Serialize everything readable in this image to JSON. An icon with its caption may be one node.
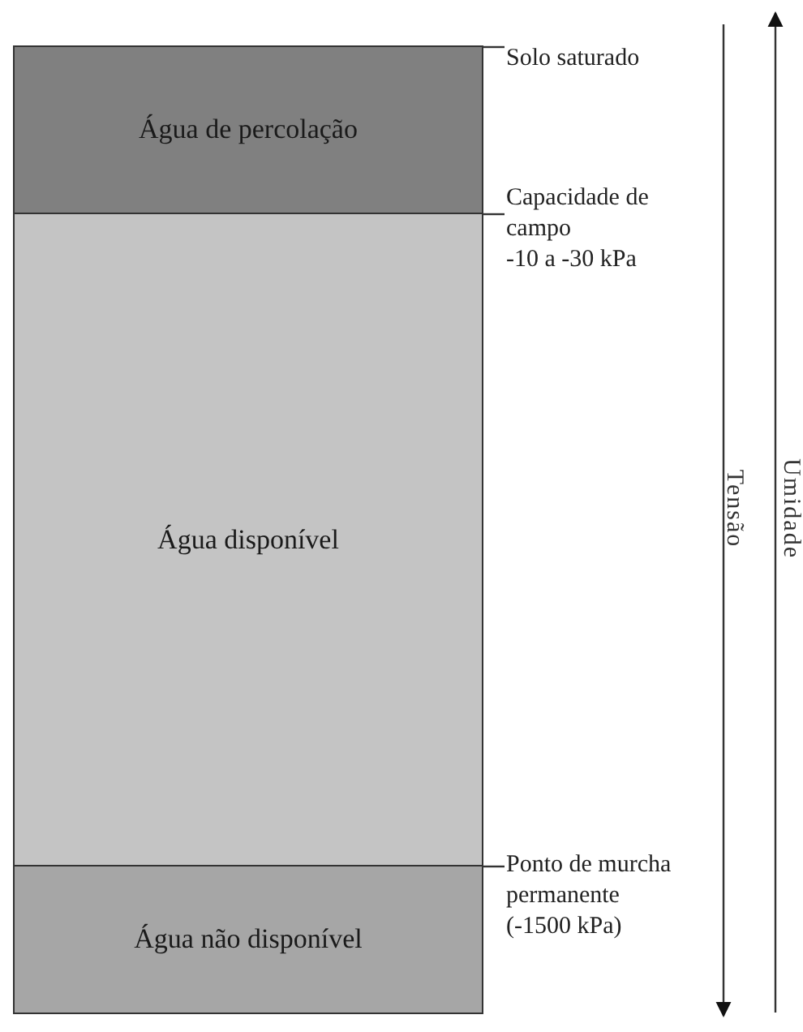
{
  "diagram": {
    "nodes": [
      {
        "text": [
          "Água de percolação"
        ]
      },
      {
        "text": [
          "Água disponível"
        ]
      },
      {
        "text": [
          "Água não disponível"
        ]
      },
      {
        "text": [
          "Solo saturado"
        ]
      },
      {
        "text": [
          "Capacidade de campo",
          "-10 a -30 kPa"
        ]
      },
      {
        "text": [
          "Ponto de murcha permanente (-1500 kPa)"
        ]
      }
    ],
    "edges": [
      {
        "from": 3,
        "to": 0,
        "arrow": "none"
      },
      {
        "from": 4,
        "to": 1,
        "arrow": "none"
      },
      {
        "from": 5,
        "to": 2,
        "arrow": "none"
      }
    ],
    "labels": [
      "Tensão",
      "Umidade"
    ]
  }
}
